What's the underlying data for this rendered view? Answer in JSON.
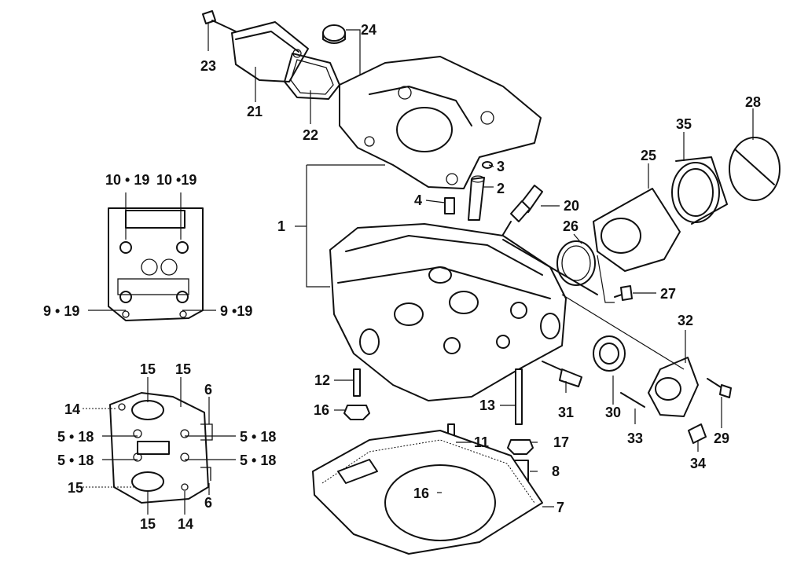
{
  "callouts": {
    "c1": "1",
    "c2": "2",
    "c3": "3",
    "c4": "4",
    "c6a": "6",
    "c6b": "6",
    "c7": "7",
    "c8": "8",
    "c11": "11",
    "c12": "12",
    "c13": "13",
    "c14a": "14",
    "c14b": "14",
    "c15a": "15",
    "c15b": "15",
    "c15c": "15",
    "c15d": "15",
    "c16a": "16",
    "c16b": "16",
    "c17": "17",
    "c20": "20",
    "c21": "21",
    "c22": "22",
    "c23": "23",
    "c24": "24",
    "c25": "25",
    "c26": "26",
    "c27": "27",
    "c28": "28",
    "c29": "29",
    "c30": "30",
    "c31": "31",
    "c32": "32",
    "c33": "33",
    "c34": "34",
    "c35": "35",
    "c10_19a": "10 • 19",
    "c10_19b": "10 •19",
    "c9_19a": "9 • 19",
    "c9_19b": "9 •19",
    "c5_18a": "5 • 18",
    "c5_18b": "5 • 18",
    "c5_18c": "5 • 18",
    "c5_18d": "5 • 18"
  }
}
